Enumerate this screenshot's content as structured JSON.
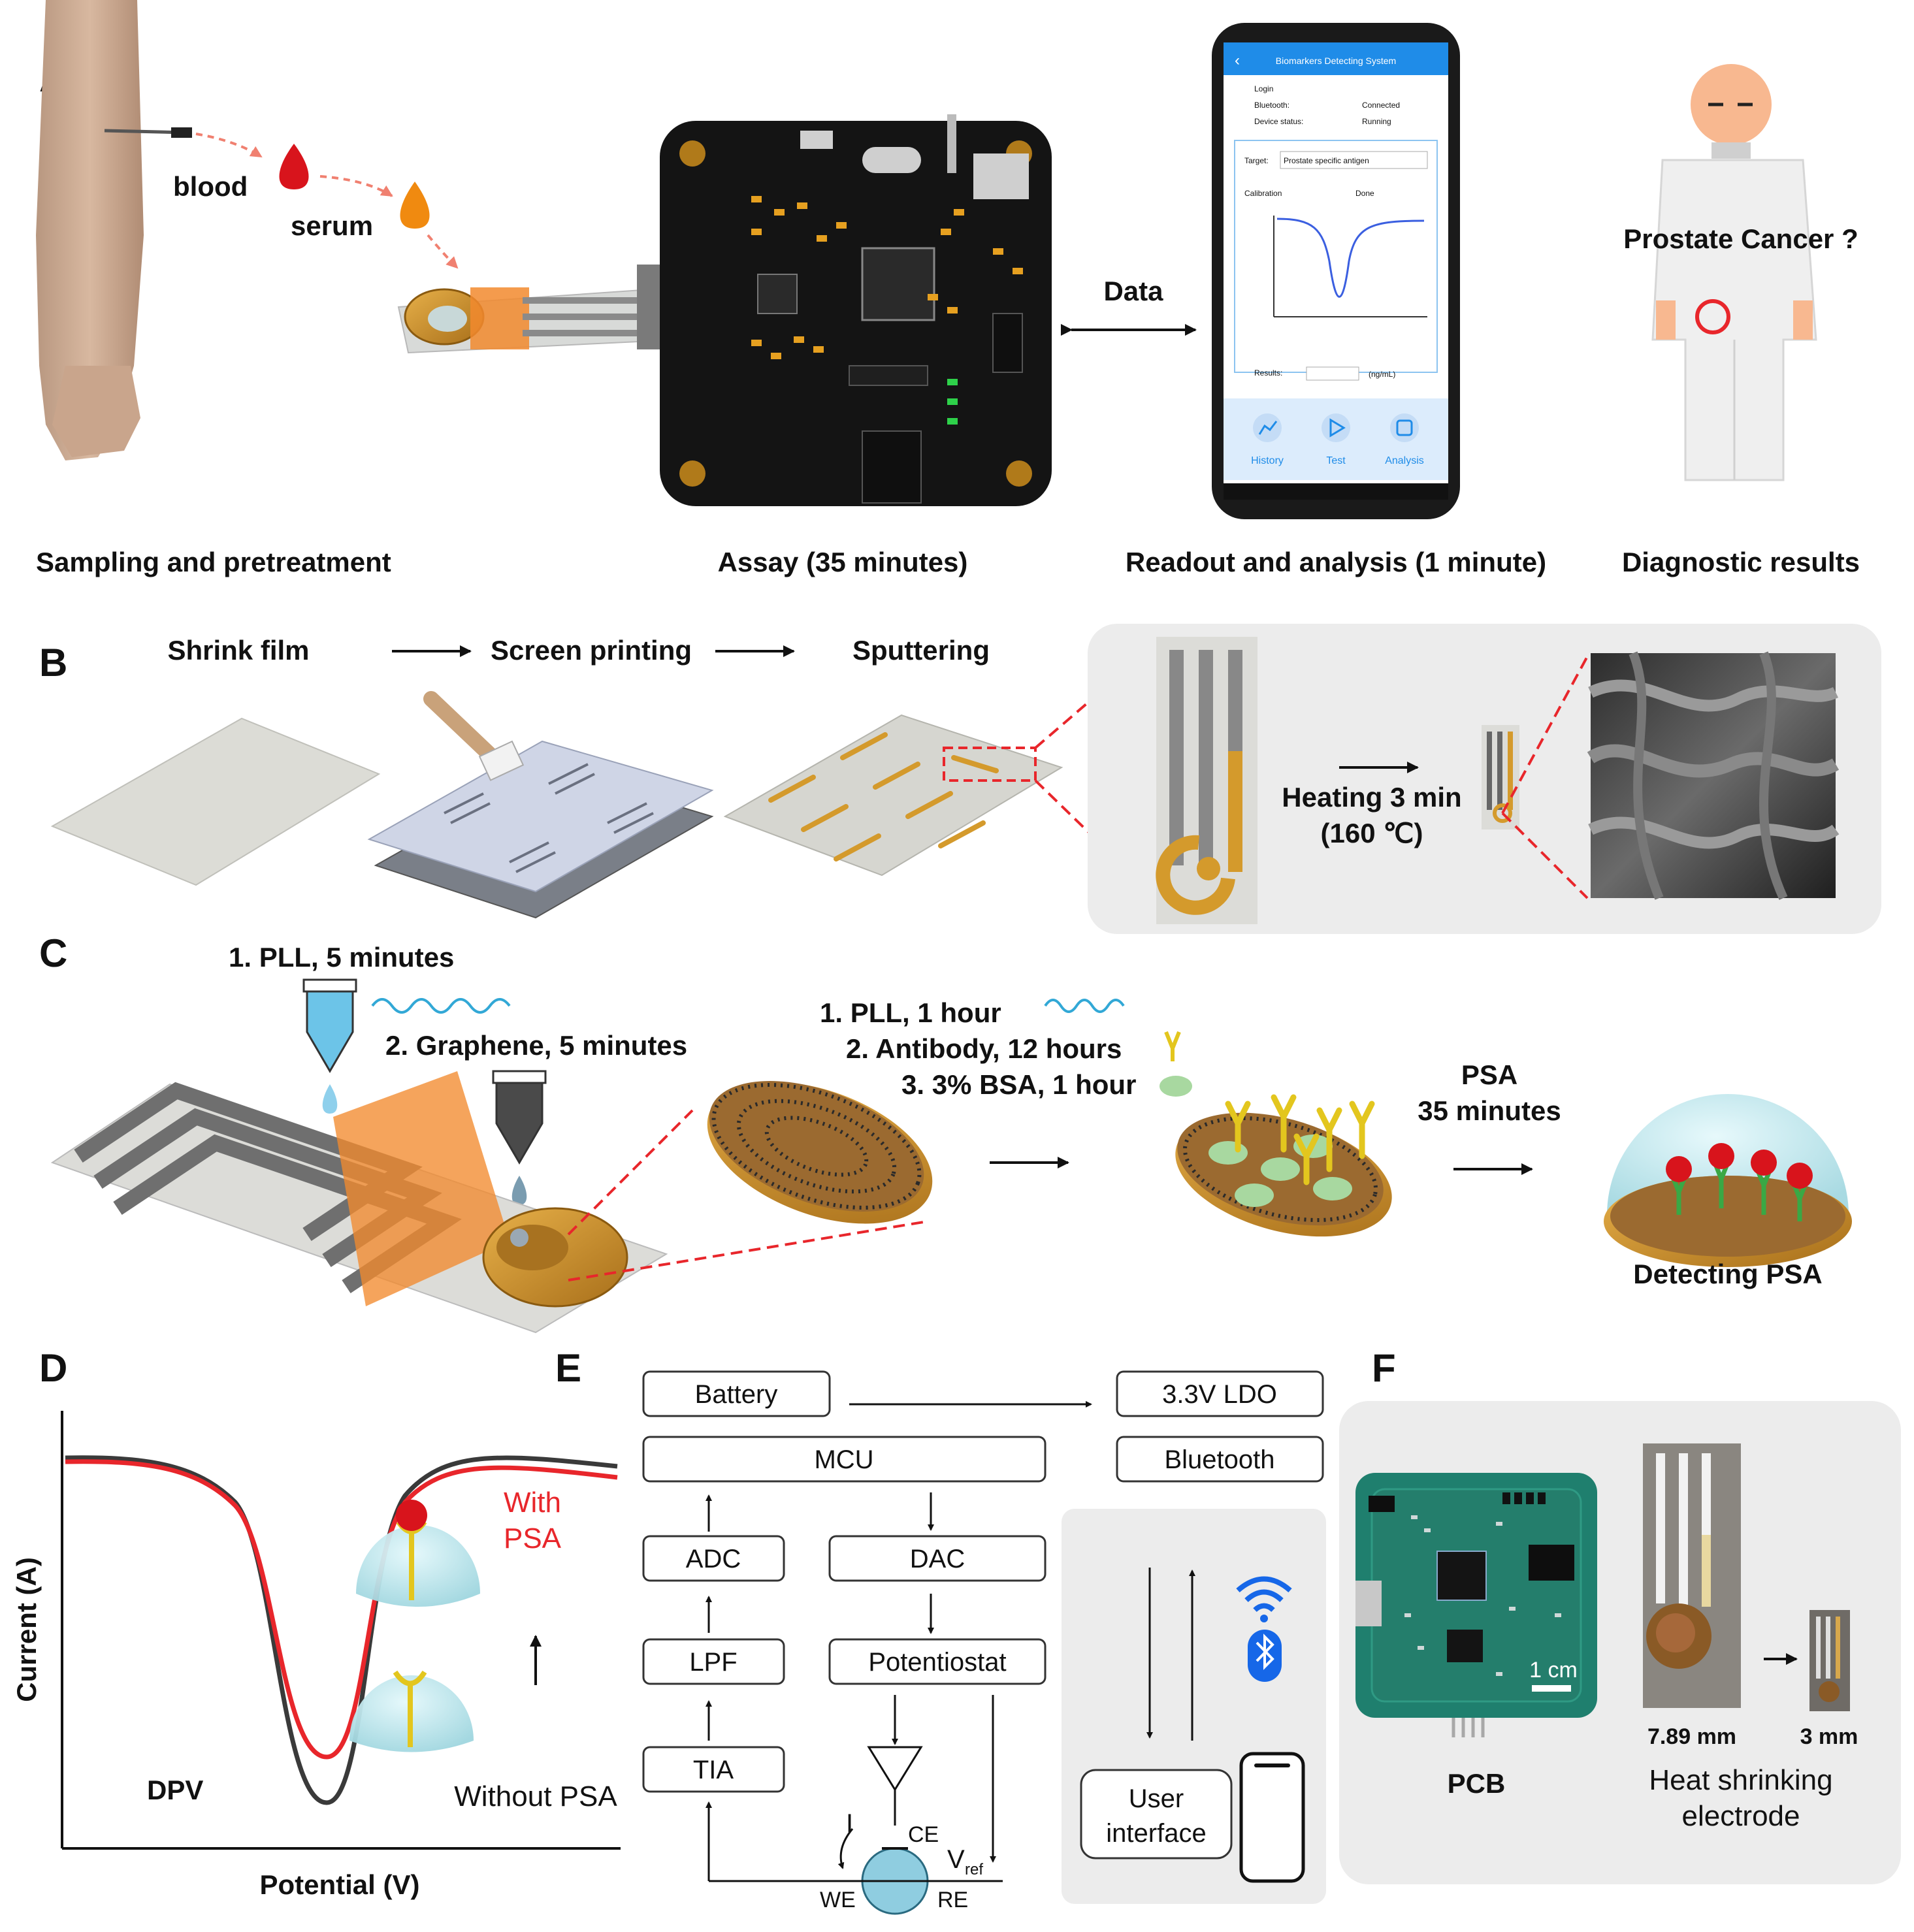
{
  "panel_letters": [
    "A",
    "B",
    "C",
    "D",
    "E",
    "F"
  ],
  "panel_a": {
    "blood": "blood",
    "serum": "serum",
    "data": "Data",
    "prostate_cancer": "Prostate Cancer ?",
    "captions": [
      "Sampling and pretreatment",
      "Assay (35 minutes)",
      "Readout and analysis (1 minute)",
      "Diagnostic results"
    ],
    "phone": {
      "app_title": "Biomarkers Detecting System",
      "login": "Login",
      "bluetooth_label": "Bluetooth:",
      "bluetooth_value": "Connected",
      "device_label": "Device status:",
      "device_value": "Running",
      "target_label": "Target:",
      "target_value": "Prostate specific antigen",
      "calibration_label": "Calibration",
      "calibration_value": "Done",
      "results_label": "Results:",
      "results_unit": "(ng/mL)",
      "tabs": [
        "History",
        "Test",
        "Analysis"
      ]
    }
  },
  "panel_b": {
    "steps": [
      "Shrink film",
      "Screen printing",
      "Sputtering"
    ],
    "heating_line1": "Heating 3 min",
    "heating_line2": "(160 ℃)"
  },
  "panel_c": {
    "step_pll_5": "1. PLL, 5 minutes",
    "step_graphene": "2. Graphene, 5 minutes",
    "mod_steps": [
      "1. PLL, 1 hour",
      "2. Antibody, 12 hours",
      "3. 3% BSA, 1 hour"
    ],
    "psa_line1": "PSA",
    "psa_line2": "35 minutes",
    "detecting": "Detecting PSA"
  },
  "panel_d": {
    "ylabel": "Current (A)",
    "xlabel": "Potential (V)",
    "dpv": "DPV",
    "with_line1": "With",
    "with_line2": "PSA",
    "without": "Without PSA",
    "colors": {
      "with": "#e8262b",
      "without": "#3a3a3a"
    }
  },
  "panel_e": {
    "blocks": [
      "Battery",
      "3.3V LDO",
      "MCU",
      "Bluetooth",
      "ADC",
      "DAC",
      "LPF",
      "Potentiostat",
      "TIA"
    ],
    "user_interface_line1": "User",
    "user_interface_line2": "interface",
    "electrodes": [
      "CE",
      "WE",
      "RE"
    ],
    "current": "I",
    "vref": "V",
    "vref_sub": "ref"
  },
  "panel_f": {
    "scale": "1 cm",
    "pcb": "PCB",
    "size_before": "7.89 mm",
    "size_after": "3 mm",
    "electrode_line1": "Heat shrinking",
    "electrode_line2": "electrode"
  },
  "colors": {
    "orange": "#f28a2e",
    "gold": "#d49a2c",
    "pcb_dark": "#141414",
    "pcb_green": "#1f7f6e",
    "panel_bg": "#ececec",
    "accent_red": "#e8262b",
    "bluetooth": "#1667e8"
  }
}
